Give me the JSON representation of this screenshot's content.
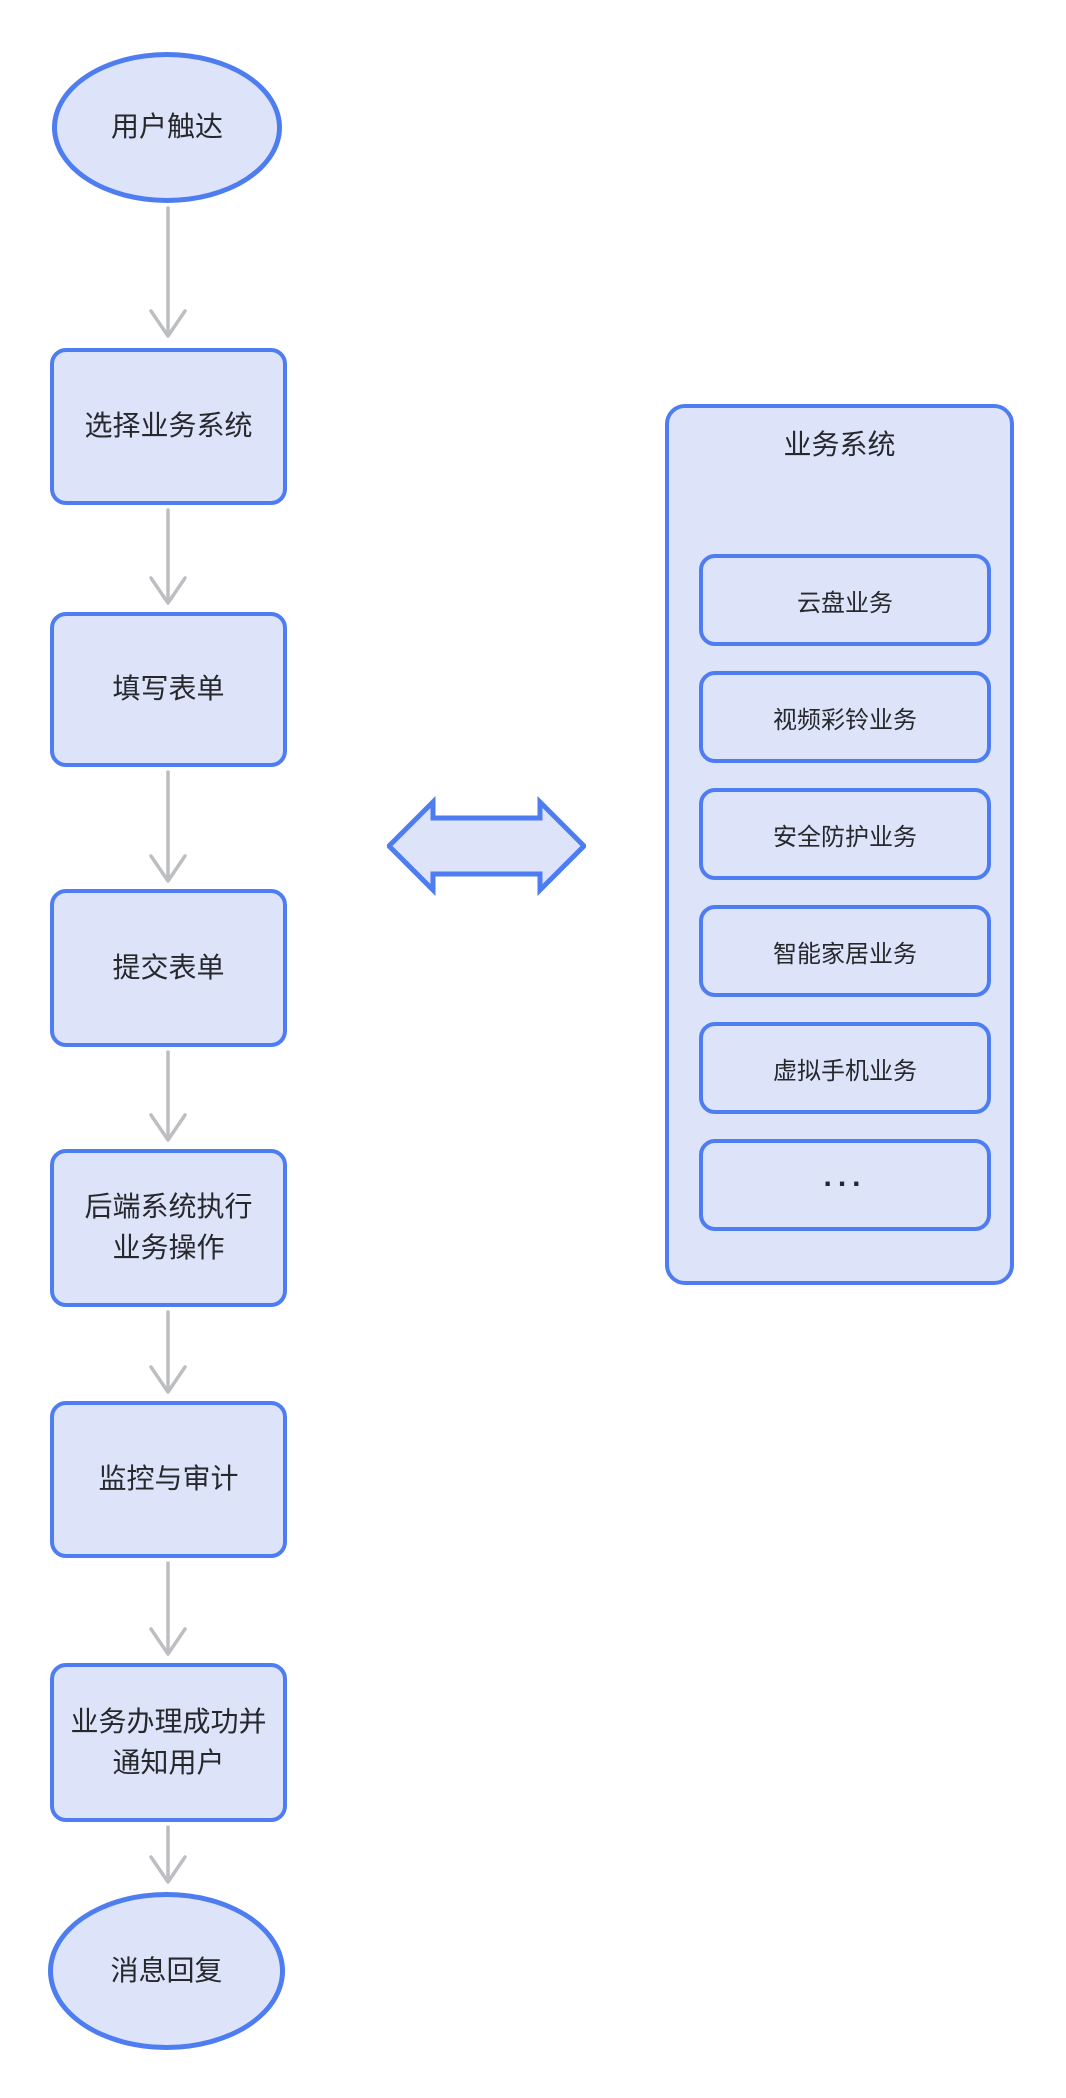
{
  "colors": {
    "node_border": "#4e7df2",
    "node_fill": "#dde4fa",
    "connector": "#bdbec2",
    "text": "#26282c",
    "background": "#ffffff"
  },
  "flow": {
    "nodes": [
      {
        "shape": "ellipse",
        "label": "用户触达"
      },
      {
        "shape": "rect",
        "label": "选择业务系统"
      },
      {
        "shape": "rect",
        "label": "填写表单"
      },
      {
        "shape": "rect",
        "label": "提交表单"
      },
      {
        "shape": "rect",
        "label": "后端系统执行\n业务操作"
      },
      {
        "shape": "rect",
        "label": "监控与审计"
      },
      {
        "shape": "rect",
        "label": "业务办理成功并\n通知用户"
      },
      {
        "shape": "ellipse",
        "label": "消息回复"
      }
    ]
  },
  "panel": {
    "title": "业务系统",
    "items": [
      {
        "label": "云盘业务"
      },
      {
        "label": "视频彩铃业务"
      },
      {
        "label": "安全防护业务"
      },
      {
        "label": "智能家居业务"
      },
      {
        "label": "虚拟手机业务"
      },
      {
        "label": "..."
      }
    ]
  }
}
